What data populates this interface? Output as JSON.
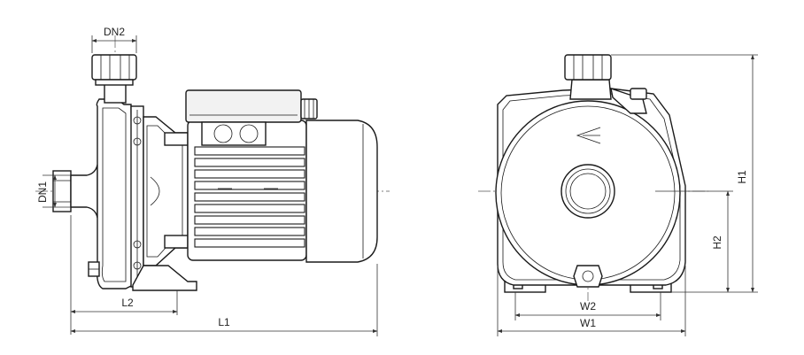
{
  "labels": {
    "dn2": "DN2",
    "dn1": "DN1",
    "l1": "L1",
    "l2": "L2",
    "w1": "W1",
    "w2": "W2",
    "h1": "H1",
    "h2": "H2"
  }
}
